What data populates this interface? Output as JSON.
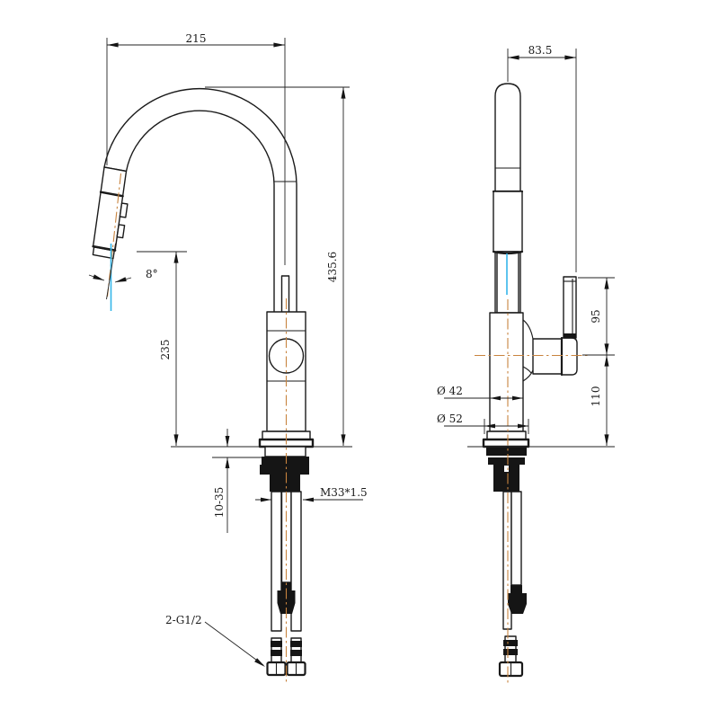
{
  "drawing": {
    "dimensions": {
      "spout_reach": "215",
      "handle_offset": "83.5",
      "overall_height": "435.6",
      "outlet_height": "235",
      "spray_angle": "8°",
      "mounting_range": "10-35",
      "thread_spec": "M33*1.5",
      "inlet_spec": "2-G1/2",
      "body_diameter": "Ø 42",
      "base_diameter": "Ø 52",
      "handle_top_to_center": "95",
      "center_to_deck": "110"
    },
    "colors": {
      "line": "#1a1a1a",
      "centerline": "#c8843f",
      "water_line": "#35b6e9",
      "background": "#ffffff"
    }
  }
}
